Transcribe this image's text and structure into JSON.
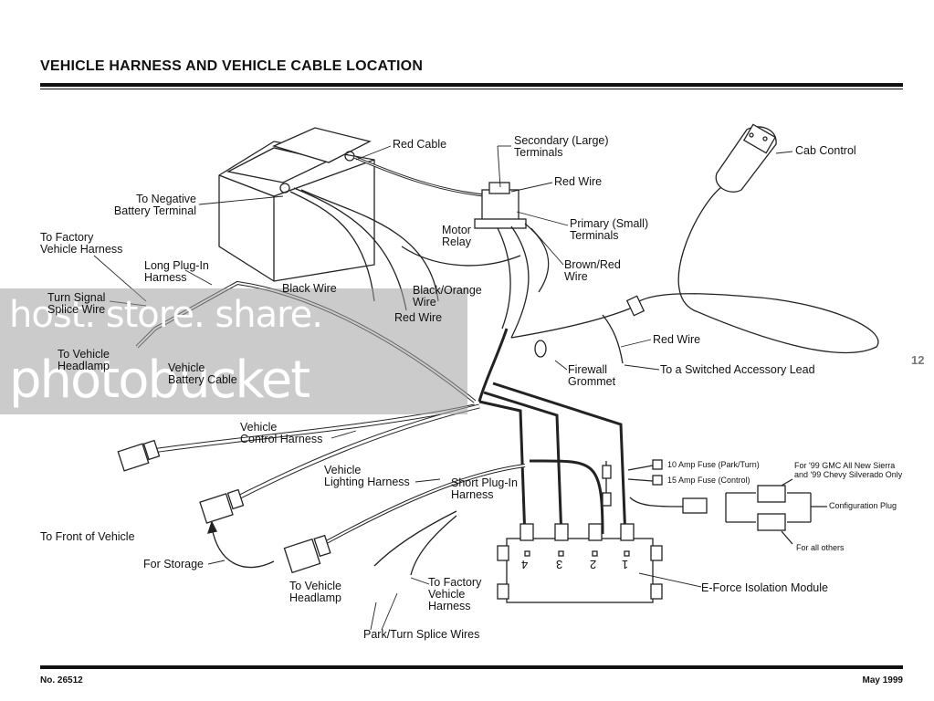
{
  "header": {
    "title": "VEHICLE HARNESS AND VEHICLE CABLE LOCATION"
  },
  "footer": {
    "doc_number": "No. 26512",
    "date": "May 1999"
  },
  "page_number": "12",
  "labels": {
    "red_cable": "Red Cable",
    "secondary_terminals_1": "Secondary (Large)",
    "secondary_terminals_2": "Terminals",
    "red_wire_top": "Red Wire",
    "to_negative_1": "To Negative",
    "to_negative_2": "Battery Terminal",
    "motor_relay_1": "Motor",
    "motor_relay_2": "Relay",
    "primary_terminals_1": "Primary (Small)",
    "primary_terminals_2": "Terminals",
    "to_factory_harness_1": "To Factory",
    "to_factory_harness_2": "Vehicle Harness",
    "long_plugin_1": "Long Plug-In",
    "long_plugin_2": "Harness",
    "brown_red_1": "Brown/Red",
    "brown_red_2": "Wire",
    "black_wire": "Black Wire",
    "black_orange_1": "Black/Orange",
    "black_orange_2": "Wire",
    "turn_signal_1": "Turn Signal",
    "turn_signal_2": "Splice Wire",
    "red_wire_mid": "Red Wire",
    "to_vehicle_headlamp_top_1": "To Vehicle",
    "to_vehicle_headlamp_top_2": "Headlamp",
    "vehicle_battery_cable_1": "Vehicle",
    "vehicle_battery_cable_2": "Battery Cable",
    "cab_control": "Cab Control",
    "red_wire_right": "Red Wire",
    "firewall_grommet_1": "Firewall",
    "firewall_grommet_2": "Grommet",
    "switched_accessory": "To a Switched Accessory Lead",
    "vehicle_control_1": "Vehicle",
    "vehicle_control_2": "Control Harness",
    "vehicle_lighting_1": "Vehicle",
    "vehicle_lighting_2": "Lighting Harness",
    "short_plugin_1": "Short Plug-In",
    "short_plugin_2": "Harness",
    "fuse_10": "10 Amp Fuse (Park/Turn)",
    "fuse_15": "15 Amp Fuse (Control)",
    "gmc_1": "For '99 GMC All New Sierra",
    "gmc_2": "and '99 Chevy Silverado Only",
    "config_plug": "Configuration Plug",
    "for_all_others": "For all others",
    "to_front": "To Front of Vehicle",
    "for_storage": "For Storage",
    "to_vehicle_headlamp_bot_1": "To Vehicle",
    "to_vehicle_headlamp_bot_2": "Headlamp",
    "to_factory_bot_1": "To Factory",
    "to_factory_bot_2": "Vehicle",
    "to_factory_bot_3": "Harness",
    "eforce": "E-Force Isolation Module",
    "park_turn_splice": "Park/Turn Splice Wires",
    "port_4": "4",
    "port_3": "3",
    "port_2": "2",
    "port_1": "1"
  },
  "watermark": {
    "line1": "host. store. share.",
    "line2": "photobucket"
  }
}
